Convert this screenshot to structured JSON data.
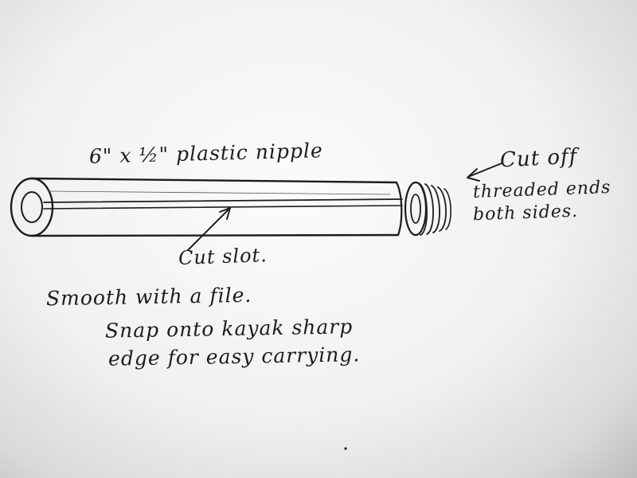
{
  "sketch": {
    "title_label": "6\" x ½\" plastic nipple",
    "cutoff_label": "Cut off",
    "threaded_label": "threaded ends",
    "both_sides_label": "both sides.",
    "slot_label": "Cut slot.",
    "instructions": [
      "Smooth with a file.",
      "Snap onto kayak sharp",
      "edge for easy carrying."
    ]
  },
  "colors": {
    "ink": "#1c1c1c",
    "paper": "#f4f4f4"
  }
}
